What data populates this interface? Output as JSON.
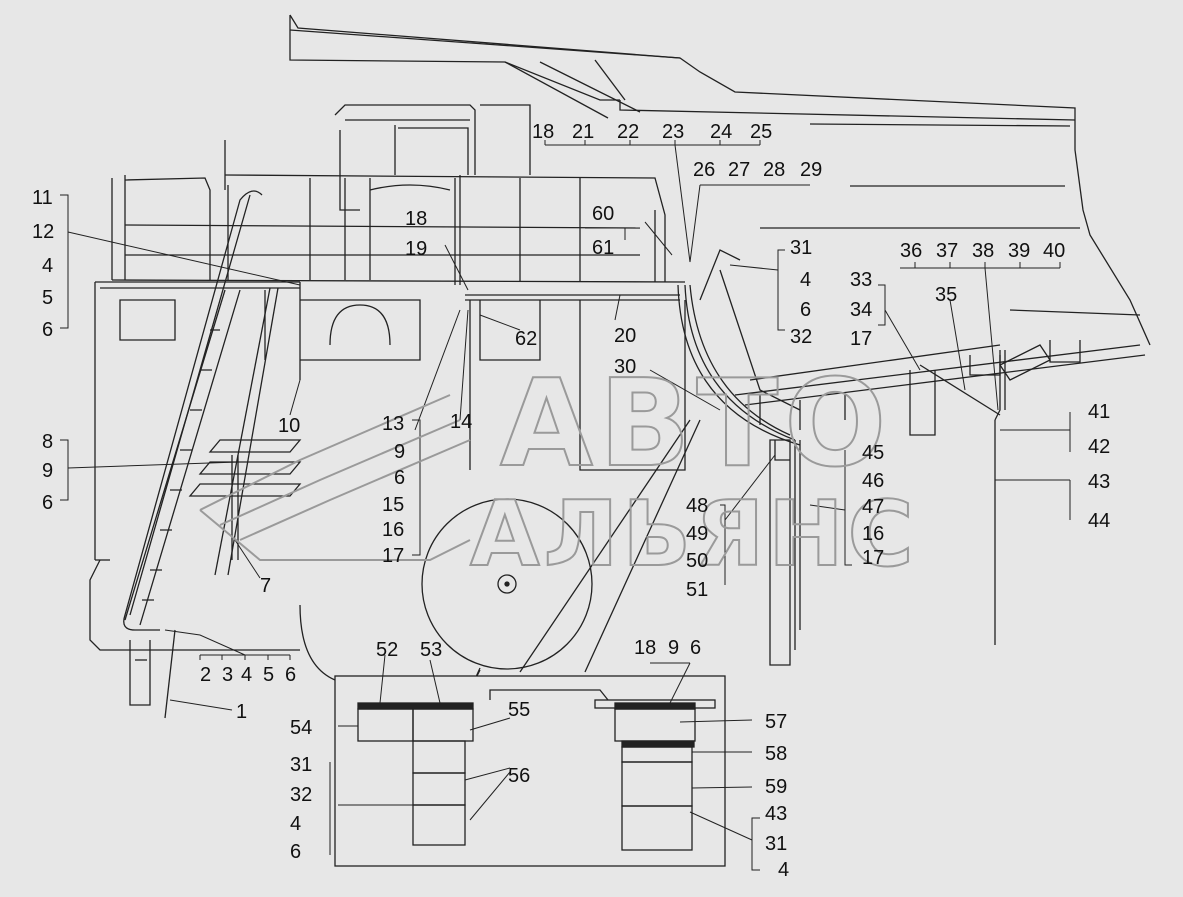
{
  "watermark": {
    "line1": "АВТО",
    "line2": "АЛЬЯНС"
  },
  "callouts": {
    "c1": "1",
    "c2": "2",
    "c3": "3",
    "c4": "4",
    "c5": "5",
    "c6": "6",
    "c7": "7",
    "c8": "8",
    "c9": "9",
    "c10": "10",
    "c11": "11",
    "c12": "12",
    "c13": "13",
    "c14": "14",
    "c15": "15",
    "c16": "16",
    "c17": "17",
    "c18": "18",
    "c19": "19",
    "c20": "20",
    "c21": "21",
    "c22": "22",
    "c23": "23",
    "c24": "24",
    "c25": "25",
    "c26": "26",
    "c27": "27",
    "c28": "28",
    "c29": "29",
    "c30": "30",
    "c31": "31",
    "c32": "32",
    "c33": "33",
    "c34": "34",
    "c35": "35",
    "c36": "36",
    "c37": "37",
    "c38": "38",
    "c39": "39",
    "c40": "40",
    "c41": "41",
    "c42": "42",
    "c43": "43",
    "c44": "44",
    "c45": "45",
    "c46": "46",
    "c47": "47",
    "c48": "48",
    "c49": "49",
    "c50": "50",
    "c51": "51",
    "c52": "52",
    "c53": "53",
    "c54": "54",
    "c55": "55",
    "c56": "56",
    "c57": "57",
    "c58": "58",
    "c59": "59",
    "c60": "60",
    "c61": "61",
    "c62": "62"
  }
}
